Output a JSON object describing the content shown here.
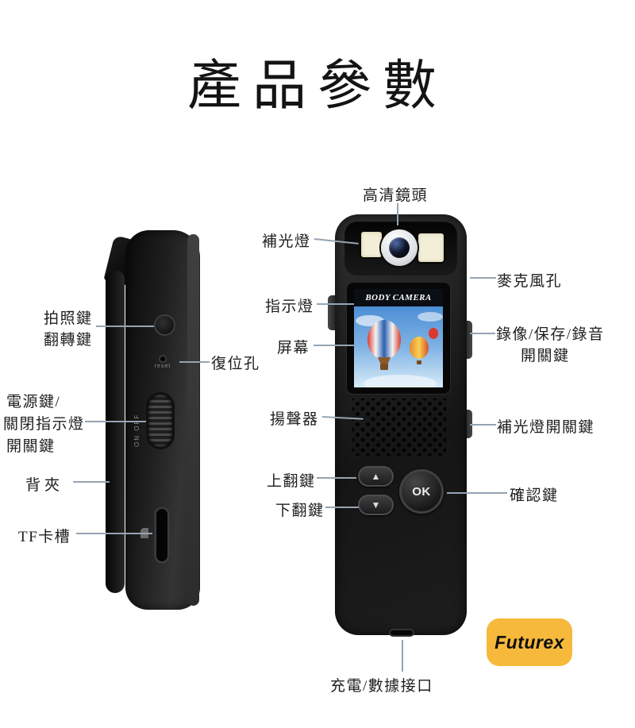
{
  "title": "產品參數",
  "brand": {
    "label": "Futurex",
    "badge_bg": "#F6B93B"
  },
  "device": {
    "screen_header": "BODY CAMERA",
    "ok_label": "OK",
    "up_glyph": "▲",
    "down_glyph": "▼",
    "on_off_label": "ON OFF",
    "reset_label": "reset"
  },
  "colors": {
    "leader_line": "#95A4B2",
    "label_text": "#1E1E1E",
    "device_body": "#1C1C1C",
    "screen_sky_top": "#4C8FD6",
    "screen_sky_bottom": "#D7EBF7"
  },
  "labels": {
    "hd_lens": "高清鏡頭",
    "fill_light": "補光燈",
    "mic_hole": "麥克風孔",
    "indicator_light": "指示燈",
    "screen": "屏幕",
    "record_switch_line1": "錄像/保存/錄音",
    "record_switch_line2": "開關鍵",
    "reset_hole": "復位孔",
    "photo_key": "拍照鍵",
    "flip_key": "翻轉鍵",
    "power_key_line1": "電源鍵/",
    "power_key_line2": "關閉指示燈",
    "power_key_line3": "開關鍵",
    "speaker": "揚聲器",
    "fill_light_switch": "補光燈開關鍵",
    "page_up_key": "上翻鍵",
    "page_down_key": "下翻鍵",
    "confirm_key": "確認鍵",
    "back_clip": "背夾",
    "tf_card_slot": "TF卡槽",
    "charge_data_port": "充電/數據接口"
  }
}
